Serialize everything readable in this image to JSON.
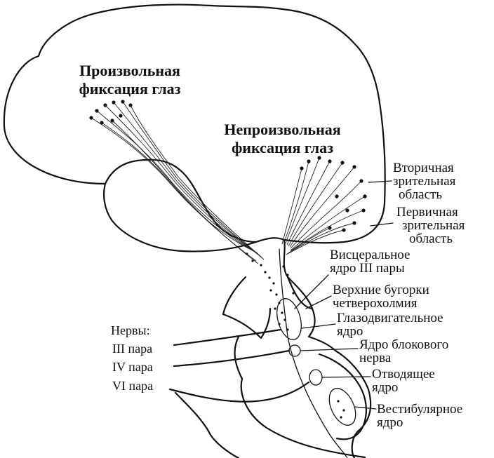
{
  "labels": {
    "voluntary_fixation": [
      "Произвольная",
      "фиксация глаз"
    ],
    "involuntary_fixation": [
      "Непроизвольная",
      "фиксация глаз"
    ],
    "secondary_visual": [
      "Вторичная",
      "зрительная",
      "область"
    ],
    "primary_visual": [
      "Первичная",
      "зрительная",
      "область"
    ],
    "visceral_nucleus": [
      "Висцеральное",
      "ядро III пары"
    ],
    "superior_colliculi": [
      "Верхние бугорки",
      "четверохолмия"
    ],
    "oculomotor_nucleus": [
      "Глазодвигательное",
      "ядро"
    ],
    "trochlear_nucleus": [
      "Ядро блокового",
      "нерва"
    ],
    "abducens_nucleus": [
      "Отводящее",
      "ядро"
    ],
    "vestibular_nucleus": [
      "Вестибулярное",
      "ядро"
    ],
    "nerves_heading": "Нервы:",
    "nerve_iii": "III пара",
    "nerve_iv": "IV пара",
    "nerve_vi": "VI пара"
  }
}
